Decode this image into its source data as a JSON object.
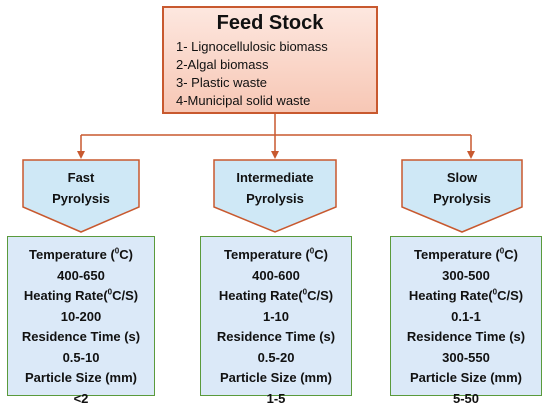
{
  "feed_stock": {
    "title": "Feed Stock",
    "items": [
      "1- Lignocellulosic biomass",
      "2-Algal biomass",
      "3- Plastic waste",
      "4-Municipal solid waste"
    ]
  },
  "colors": {
    "feed_fill": "#f7c7b5",
    "feed_border": "#c8592f",
    "pyrolysis_fill": "#cfe8f6",
    "param_fill": "#dbe9f8",
    "param_border": "#5a9a3c",
    "connector": "#c8592f"
  },
  "pyrolysis": [
    {
      "line1": "Fast",
      "line2": "Pyrolysis",
      "params": [
        {
          "label_pre": "Temperature (",
          "label_sup": "0",
          "label_post": "C)",
          "value": "400-650"
        },
        {
          "label_pre": "Heating Rate(",
          "label_sup": "0",
          "label_post": "C/S)",
          "value": "10-200"
        },
        {
          "label_pre": "Residence Time (s)",
          "label_sup": "",
          "label_post": "",
          "value": "0.5-10"
        },
        {
          "label_pre": "Particle Size (mm)",
          "label_sup": "",
          "label_post": "",
          "value": "<2"
        }
      ]
    },
    {
      "line1": "Intermediate",
      "line2": "Pyrolysis",
      "params": [
        {
          "label_pre": "Temperature (",
          "label_sup": "0",
          "label_post": "C)",
          "value": "400-600"
        },
        {
          "label_pre": "Heating Rate(",
          "label_sup": "0",
          "label_post": "C/S)",
          "value": "1-10"
        },
        {
          "label_pre": "Residence Time (s)",
          "label_sup": "",
          "label_post": "",
          "value": "0.5-20"
        },
        {
          "label_pre": "Particle Size (mm)",
          "label_sup": "",
          "label_post": "",
          "value": "1-5"
        }
      ]
    },
    {
      "line1": "Slow",
      "line2": "Pyrolysis",
      "params": [
        {
          "label_pre": "Temperature (",
          "label_sup": "0",
          "label_post": "C)",
          "value": "300-500"
        },
        {
          "label_pre": "Heating Rate(",
          "label_sup": "0",
          "label_post": "C/S)",
          "value": "0.1-1"
        },
        {
          "label_pre": "Residence Time (s)",
          "label_sup": "",
          "label_post": "",
          "value": "300-550"
        },
        {
          "label_pre": "Particle Size (mm)",
          "label_sup": "",
          "label_post": "",
          "value": "5-50"
        }
      ]
    }
  ]
}
